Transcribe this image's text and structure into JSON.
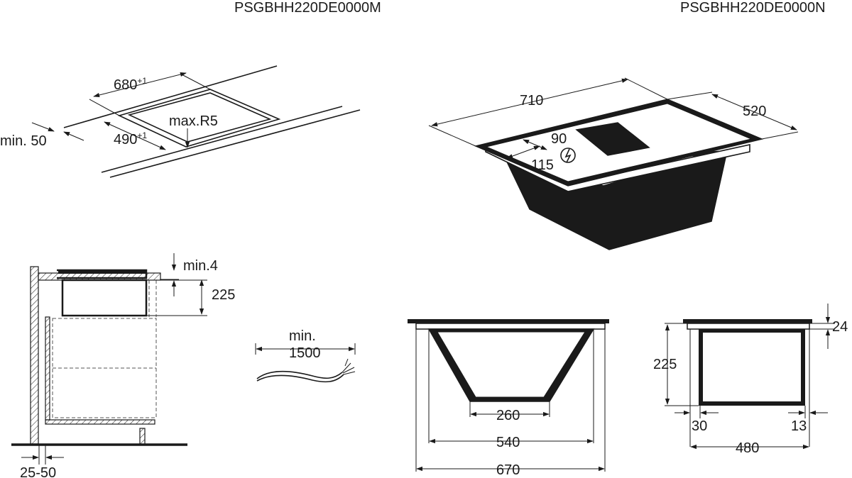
{
  "models": {
    "left": "PSGBHH220DE0000M",
    "right": "PSGBHH220DE0000N"
  },
  "cutout": {
    "length": "680",
    "length_tol": "+1",
    "width": "490",
    "width_tol": "+1",
    "radius": "max.R5",
    "edge_min": "min. 50"
  },
  "hob": {
    "length": "710",
    "depth": "520",
    "dim_a": "90",
    "dim_b": "115"
  },
  "install": {
    "top_gap": "min.4",
    "height": "225",
    "wall_gap": "25-50"
  },
  "cable": {
    "min_label": "min.",
    "min_value": "1500"
  },
  "front_view": {
    "bottom": "260",
    "mid": "540",
    "total": "670"
  },
  "side_view": {
    "top": "24",
    "height": "225",
    "left": "30",
    "right": "13",
    "depth": "480"
  }
}
